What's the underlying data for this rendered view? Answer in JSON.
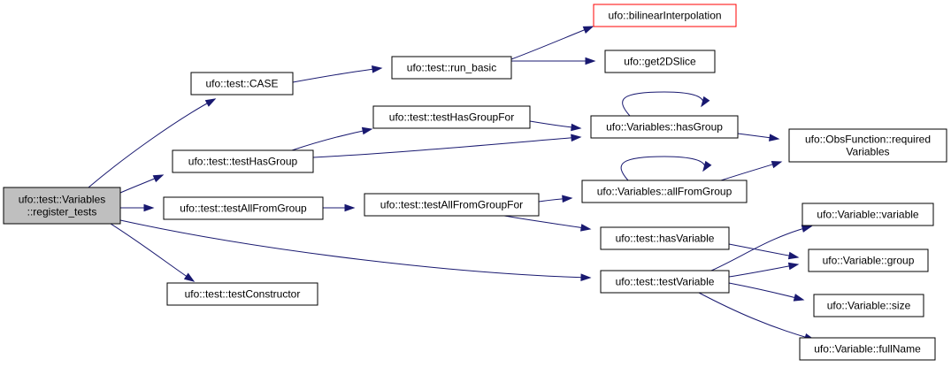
{
  "colors": {
    "edge": "#191970",
    "root_fill": "#bfbfbf",
    "highlight_border": "#ff0000"
  },
  "nodes": [
    {
      "id": "register_tests",
      "lines": [
        "ufo::test::Variables",
        "::register_tests"
      ],
      "style": "root"
    },
    {
      "id": "CASE",
      "lines": [
        "ufo::test::CASE"
      ]
    },
    {
      "id": "testHasGroup",
      "lines": [
        "ufo::test::testHasGroup"
      ]
    },
    {
      "id": "testAllFromGroup",
      "lines": [
        "ufo::test::testAllFromGroup"
      ]
    },
    {
      "id": "testConstructor",
      "lines": [
        "ufo::test::testConstructor"
      ]
    },
    {
      "id": "run_basic",
      "lines": [
        "ufo::test::run_basic"
      ]
    },
    {
      "id": "testHasGroupFor",
      "lines": [
        "ufo::test::testHasGroupFor"
      ]
    },
    {
      "id": "testAllFromGroupFor",
      "lines": [
        "ufo::test::testAllFromGroupFor"
      ]
    },
    {
      "id": "bilinearInterpolation",
      "lines": [
        "ufo::bilinearInterpolation"
      ],
      "style": "highlight"
    },
    {
      "id": "get2DSlice",
      "lines": [
        "ufo::get2DSlice"
      ]
    },
    {
      "id": "hasGroup",
      "lines": [
        "ufo::Variables::hasGroup"
      ]
    },
    {
      "id": "allFromGroup",
      "lines": [
        "ufo::Variables::allFromGroup"
      ]
    },
    {
      "id": "hasVariable",
      "lines": [
        "ufo::test::hasVariable"
      ]
    },
    {
      "id": "testVariable",
      "lines": [
        "ufo::test::testVariable"
      ]
    },
    {
      "id": "requiredVariables",
      "lines": [
        "ufo::ObsFunction::required",
        "Variables"
      ]
    },
    {
      "id": "variable",
      "lines": [
        "ufo::Variable::variable"
      ]
    },
    {
      "id": "group",
      "lines": [
        "ufo::Variable::group"
      ]
    },
    {
      "id": "size",
      "lines": [
        "ufo::Variable::size"
      ]
    },
    {
      "id": "fullName",
      "lines": [
        "ufo::Variable::fullName"
      ]
    }
  ],
  "edges": [
    {
      "from": "register_tests",
      "to": "CASE"
    },
    {
      "from": "register_tests",
      "to": "testHasGroup"
    },
    {
      "from": "register_tests",
      "to": "testAllFromGroup"
    },
    {
      "from": "register_tests",
      "to": "testConstructor"
    },
    {
      "from": "register_tests",
      "to": "testVariable"
    },
    {
      "from": "CASE",
      "to": "run_basic"
    },
    {
      "from": "run_basic",
      "to": "bilinearInterpolation"
    },
    {
      "from": "run_basic",
      "to": "get2DSlice"
    },
    {
      "from": "testHasGroup",
      "to": "testHasGroupFor"
    },
    {
      "from": "testHasGroup",
      "to": "hasGroup"
    },
    {
      "from": "testHasGroupFor",
      "to": "hasGroup"
    },
    {
      "from": "hasGroup",
      "to": "hasGroup"
    },
    {
      "from": "hasGroup",
      "to": "requiredVariables"
    },
    {
      "from": "testAllFromGroup",
      "to": "testAllFromGroupFor"
    },
    {
      "from": "testAllFromGroupFor",
      "to": "allFromGroup"
    },
    {
      "from": "testAllFromGroupFor",
      "to": "hasVariable"
    },
    {
      "from": "allFromGroup",
      "to": "allFromGroup"
    },
    {
      "from": "allFromGroup",
      "to": "requiredVariables"
    },
    {
      "from": "hasVariable",
      "to": "group"
    },
    {
      "from": "testVariable",
      "to": "variable"
    },
    {
      "from": "testVariable",
      "to": "group"
    },
    {
      "from": "testVariable",
      "to": "size"
    },
    {
      "from": "testVariable",
      "to": "fullName"
    }
  ]
}
